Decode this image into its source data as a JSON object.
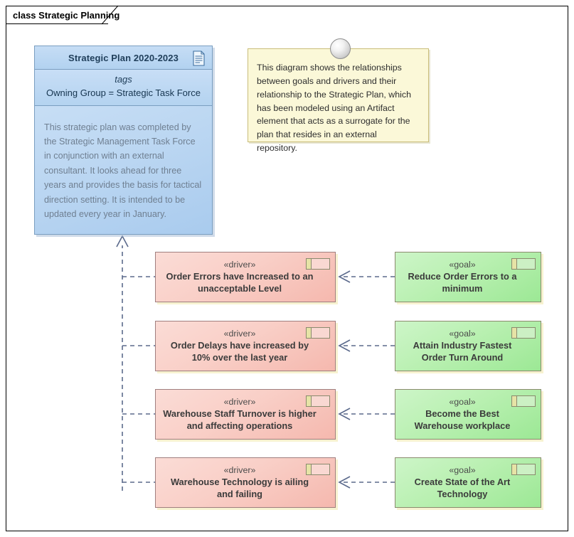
{
  "frame": {
    "label": "class Strategic Planning"
  },
  "artifact": {
    "title": "Strategic Plan 2020-2023",
    "icon": "document-artifact-icon",
    "tags_label": "tags",
    "tags_value": "Owning Group = Strategic Task Force",
    "notes": "This strategic plan was completed by the Strategic Management Task Force in conjunction with an external consultant. It looks ahead for three years and provides the basis for tactical direction setting. It is intended to be updated every year in January."
  },
  "note": {
    "text": "This diagram shows the relationships between goals and drivers and their relationship to the Strategic Plan, which has been modeled using an Artifact element that acts as a surrogate for the plan that resides in an external repository.",
    "pin_icon": "note-anchor-pin-icon"
  },
  "drivers": [
    {
      "stereotype": "«driver»",
      "name": "Order Errors have Increased to an unacceptable Level",
      "icon": "motivation-driver-icon"
    },
    {
      "stereotype": "«driver»",
      "name": "Order Delays have increased by 10% over the last year",
      "icon": "motivation-driver-icon"
    },
    {
      "stereotype": "«driver»",
      "name": "Warehouse Staff Turnover is higher and affecting operations",
      "icon": "motivation-driver-icon"
    },
    {
      "stereotype": "«driver»",
      "name": "Warehouse Technology is ailing and failing",
      "icon": "motivation-driver-icon"
    }
  ],
  "goals": [
    {
      "stereotype": "«goal»",
      "name": "Reduce Order Errors to a minimum",
      "icon": "motivation-goal-icon"
    },
    {
      "stereotype": "«goal»",
      "name": "Attain Industry Fastest Order Turn Around",
      "icon": "motivation-goal-icon"
    },
    {
      "stereotype": "«goal»",
      "name": "Become the Best Warehouse workplace",
      "icon": "motivation-goal-icon"
    },
    {
      "stereotype": "«goal»",
      "name": "Create State of the Art Technology",
      "icon": "motivation-goal-icon"
    }
  ],
  "colors": {
    "driver_fill": "#f9cfc7",
    "goal_fill": "#b9f0b1",
    "artifact_fill": "#bcd7f2",
    "note_fill": "#fbf8d8",
    "connector": "#5b6a8c",
    "frame_border": "#000000"
  }
}
